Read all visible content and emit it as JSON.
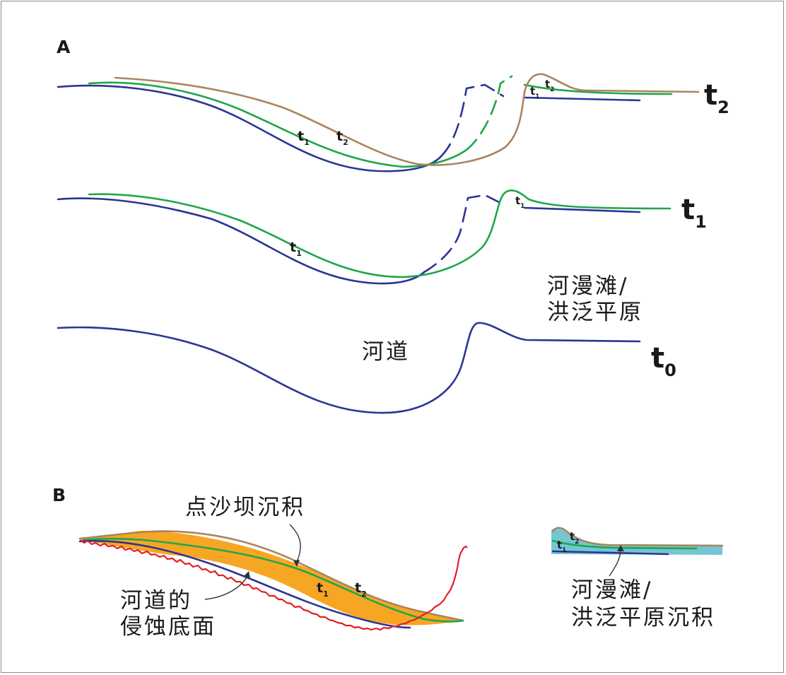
{
  "panels": {
    "a": {
      "label": "A",
      "time_labels": {
        "t2": {
          "base": "t",
          "sub": "2"
        },
        "t1": {
          "base": "t",
          "sub": "1"
        },
        "t0": {
          "base": "t",
          "sub": "0"
        }
      },
      "curve_labels": {
        "t1": {
          "base": "t",
          "sub": "1"
        },
        "t2": {
          "base": "t",
          "sub": "2"
        }
      },
      "floodplain_label": [
        "河漫滩/",
        "洪泛平原"
      ],
      "channel_label": "河道"
    },
    "b": {
      "label": "B",
      "point_bar_label": "点沙坝沉积",
      "erosion_base_label": [
        "河道的",
        "侵蚀底面"
      ],
      "floodplain_deposit_label": [
        "河漫滩/",
        "洪泛平原沉积"
      ],
      "curve_labels": {
        "t1": {
          "base": "t",
          "sub": "1"
        },
        "t2": {
          "base": "t",
          "sub": "2"
        }
      }
    }
  },
  "colors": {
    "t0_surface": "#2b3594",
    "t1_surface": "#1fa64c",
    "t2_surface": "#a9855f",
    "erosion_base": "#e01f26",
    "point_bar_fill": "#f6a623",
    "floodplain_fill": "#74c6d3"
  }
}
